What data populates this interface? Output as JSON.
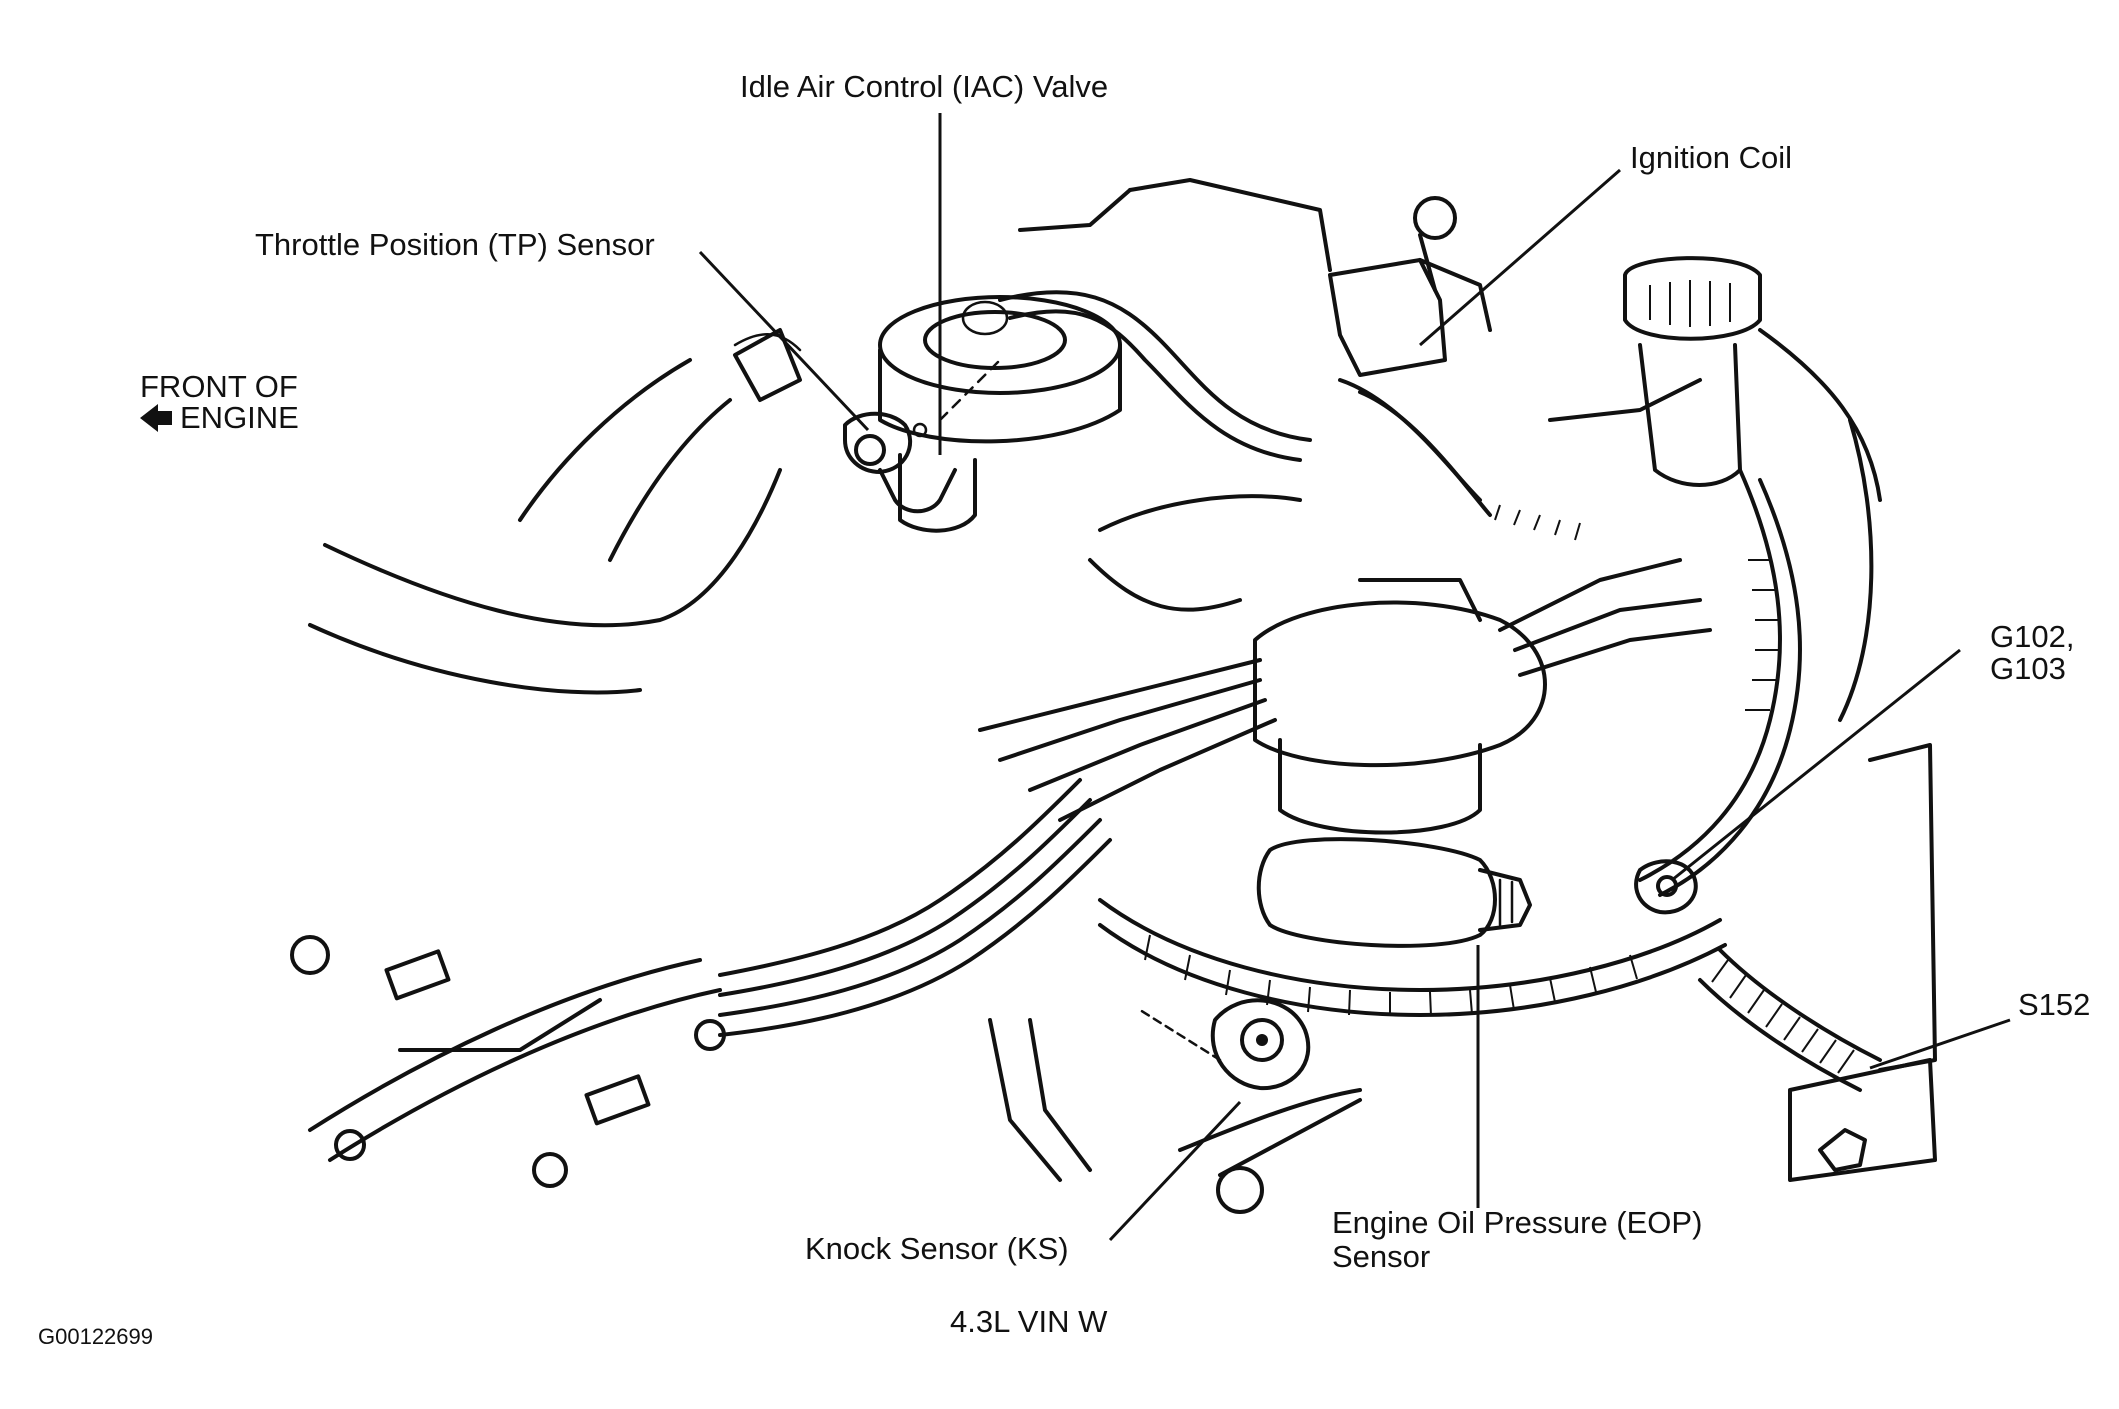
{
  "figure_id": "G00122699",
  "caption": "4.3L VIN W",
  "front_marker": {
    "line1": "FRONT OF",
    "line2": "ENGINE"
  },
  "labels": {
    "iac": "Idle Air Control (IAC) Valve",
    "tp": "Throttle Position (TP) Sensor",
    "coil": "Ignition Coil",
    "ground_1": "G102,",
    "ground_2": "G103",
    "splice": "S152",
    "knock": "Knock Sensor (KS)",
    "eop_1": "Engine Oil Pressure (EOP)",
    "eop_2": "Sensor"
  }
}
